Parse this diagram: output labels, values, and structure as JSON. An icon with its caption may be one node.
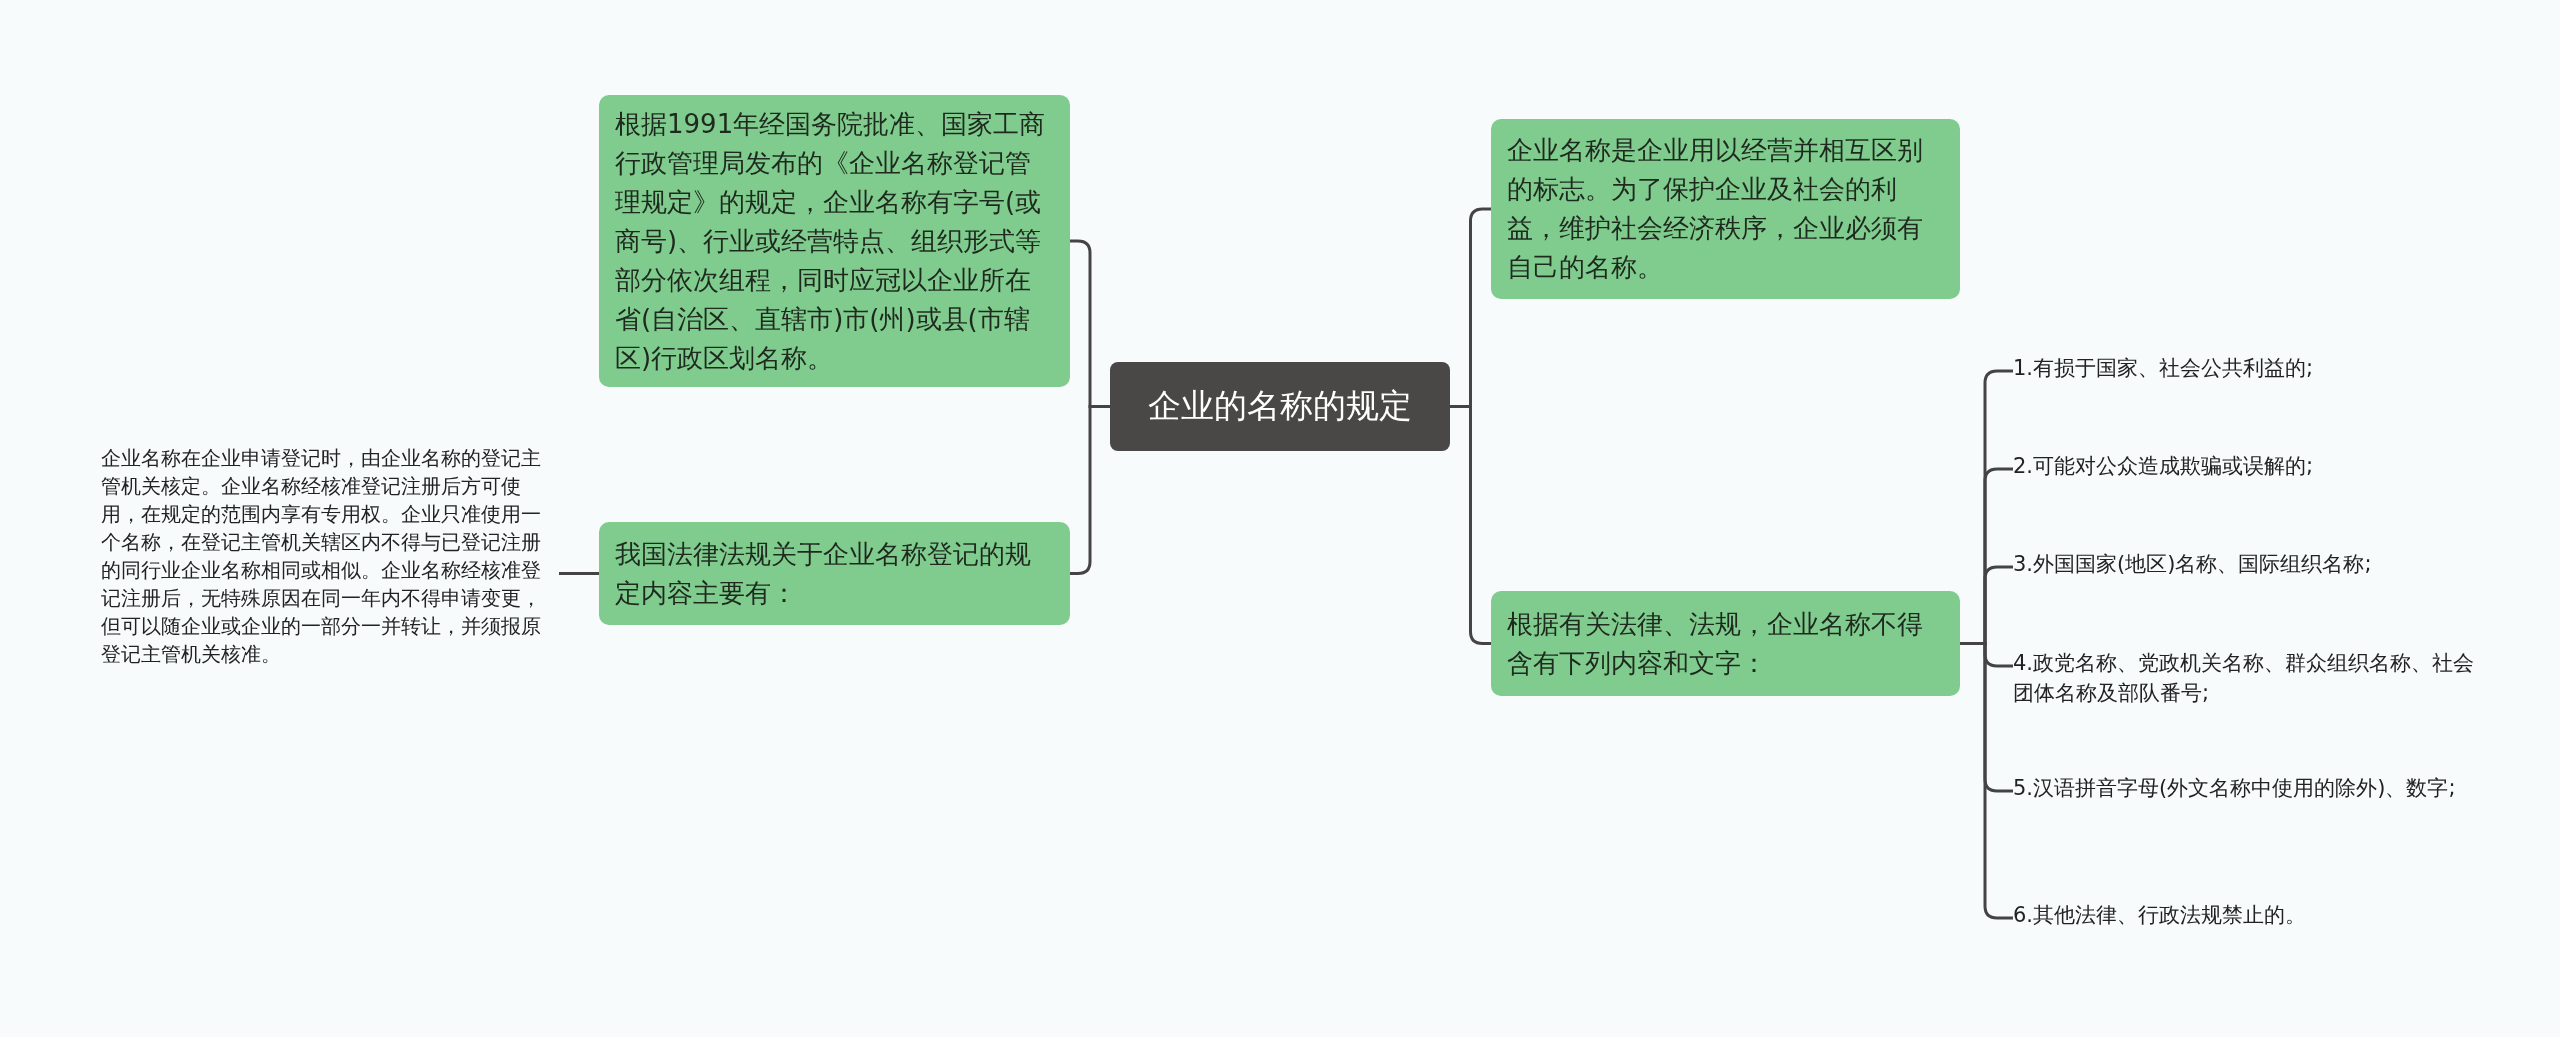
{
  "diagram": {
    "nodes": [
      {
        "text": [
          "企业的名称的规定"
        ]
      },
      {
        "text": [
          "根据1991年经国务院批准、国家工商行政管理局发布的《企业名称登记管理规定》的规定，企业名称有字号(或商号)、行业或经营特点、组织形式等部分依次组程，同时应冠以企业所在省(自治区、直辖市)市(州)或县(市辖区)行政区划名称。"
        ]
      },
      {
        "text": [
          "我国法律法规关于企业名称登记的规定内容主要有："
        ]
      },
      {
        "text": [
          "企业名称在企业申请登记时，由企业名称的登记主管机关核定。企业名称经核准登记注册后方可使用，在规定的范围内享有专用权。企业只准使用一个名称，在登记主管机关辖区内不得与已登记注册的同行业企业名称相同或相似。企业名称经核准登记注册后，无特殊原因在同一年内不得申请变更，但可以随企业或企业的一部分一并转让，并须报原登记主管机关核准。"
        ]
      },
      {
        "text": [
          "企业名称是企业用以经营并相互区别的标志。为了保护企业及社会的利益，维护社会经济秩序，企业必须有自己的名称。"
        ]
      },
      {
        "text": [
          "根据有关法律、法规，企业名称不得含有下列内容和文字："
        ]
      },
      {
        "text": [
          "1.有损于国家、社会公共利益的;"
        ]
      },
      {
        "text": [
          "2.可能对公众造成欺骗或误解的;"
        ]
      },
      {
        "text": [
          "3.外国国家(地区)名称、国际组织名称;"
        ]
      },
      {
        "text": [
          "4.政党名称、党政机关名称、群众组织名称、社会团体名称及部队番号;"
        ]
      },
      {
        "text": [
          "5.汉语拼音字母(外文名称中使用的除外)、数字;"
        ]
      },
      {
        "text": [
          "6.其他法律、行政法规禁止的。"
        ]
      }
    ],
    "edges": [
      {
        "from": 0,
        "to": 1,
        "arrow": "none"
      },
      {
        "from": 0,
        "to": 2,
        "arrow": "none"
      },
      {
        "from": 2,
        "to": 3,
        "arrow": "none"
      },
      {
        "from": 0,
        "to": 4,
        "arrow": "none"
      },
      {
        "from": 0,
        "to": 5,
        "arrow": "none"
      },
      {
        "from": 5,
        "to": 6,
        "arrow": "none"
      },
      {
        "from": 5,
        "to": 7,
        "arrow": "none"
      },
      {
        "from": 5,
        "to": 8,
        "arrow": "none"
      },
      {
        "from": 5,
        "to": 9,
        "arrow": "none"
      },
      {
        "from": 5,
        "to": 10,
        "arrow": "none"
      },
      {
        "from": 5,
        "to": 11,
        "arrow": "none"
      }
    ]
  }
}
